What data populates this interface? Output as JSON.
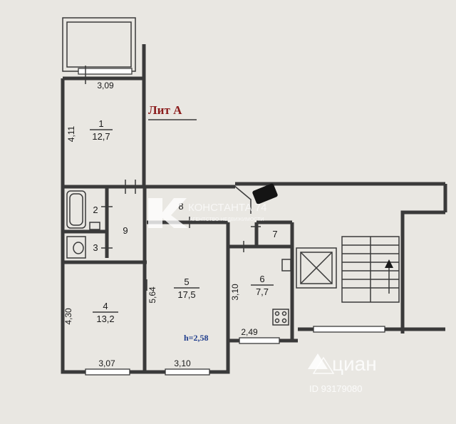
{
  "plan": {
    "lit_label": "Лит А",
    "height_label": "h=2,58",
    "rooms": [
      {
        "id": "1",
        "area": "12,7"
      },
      {
        "id": "2"
      },
      {
        "id": "3"
      },
      {
        "id": "4",
        "area": "13,2"
      },
      {
        "id": "5",
        "area": "17,5"
      },
      {
        "id": "6",
        "area": "7,7"
      },
      {
        "id": "7"
      },
      {
        "id": "8"
      },
      {
        "id": "9"
      }
    ],
    "dimensions": {
      "balcony_width": "3,09",
      "room1_height": "4,11",
      "room4_height": "4,30",
      "room4_width": "3,07",
      "room5_height": "5,64",
      "room5_width": "3,10",
      "room6_height": "3,10",
      "room6_width": "2,49"
    }
  },
  "watermarks": {
    "agency_name": "КОНСТАНТА 74",
    "agency_tagline": "АГЕНТСТВО НЕДВИЖИМОСТИ",
    "cian_brand": "циан",
    "listing_id": "ID 93179080"
  },
  "colors": {
    "paper": "#e9e7e2",
    "wall": "#3a3a3a",
    "lit_label": "#8b1c1c",
    "height_label": "#1e3c8c"
  }
}
